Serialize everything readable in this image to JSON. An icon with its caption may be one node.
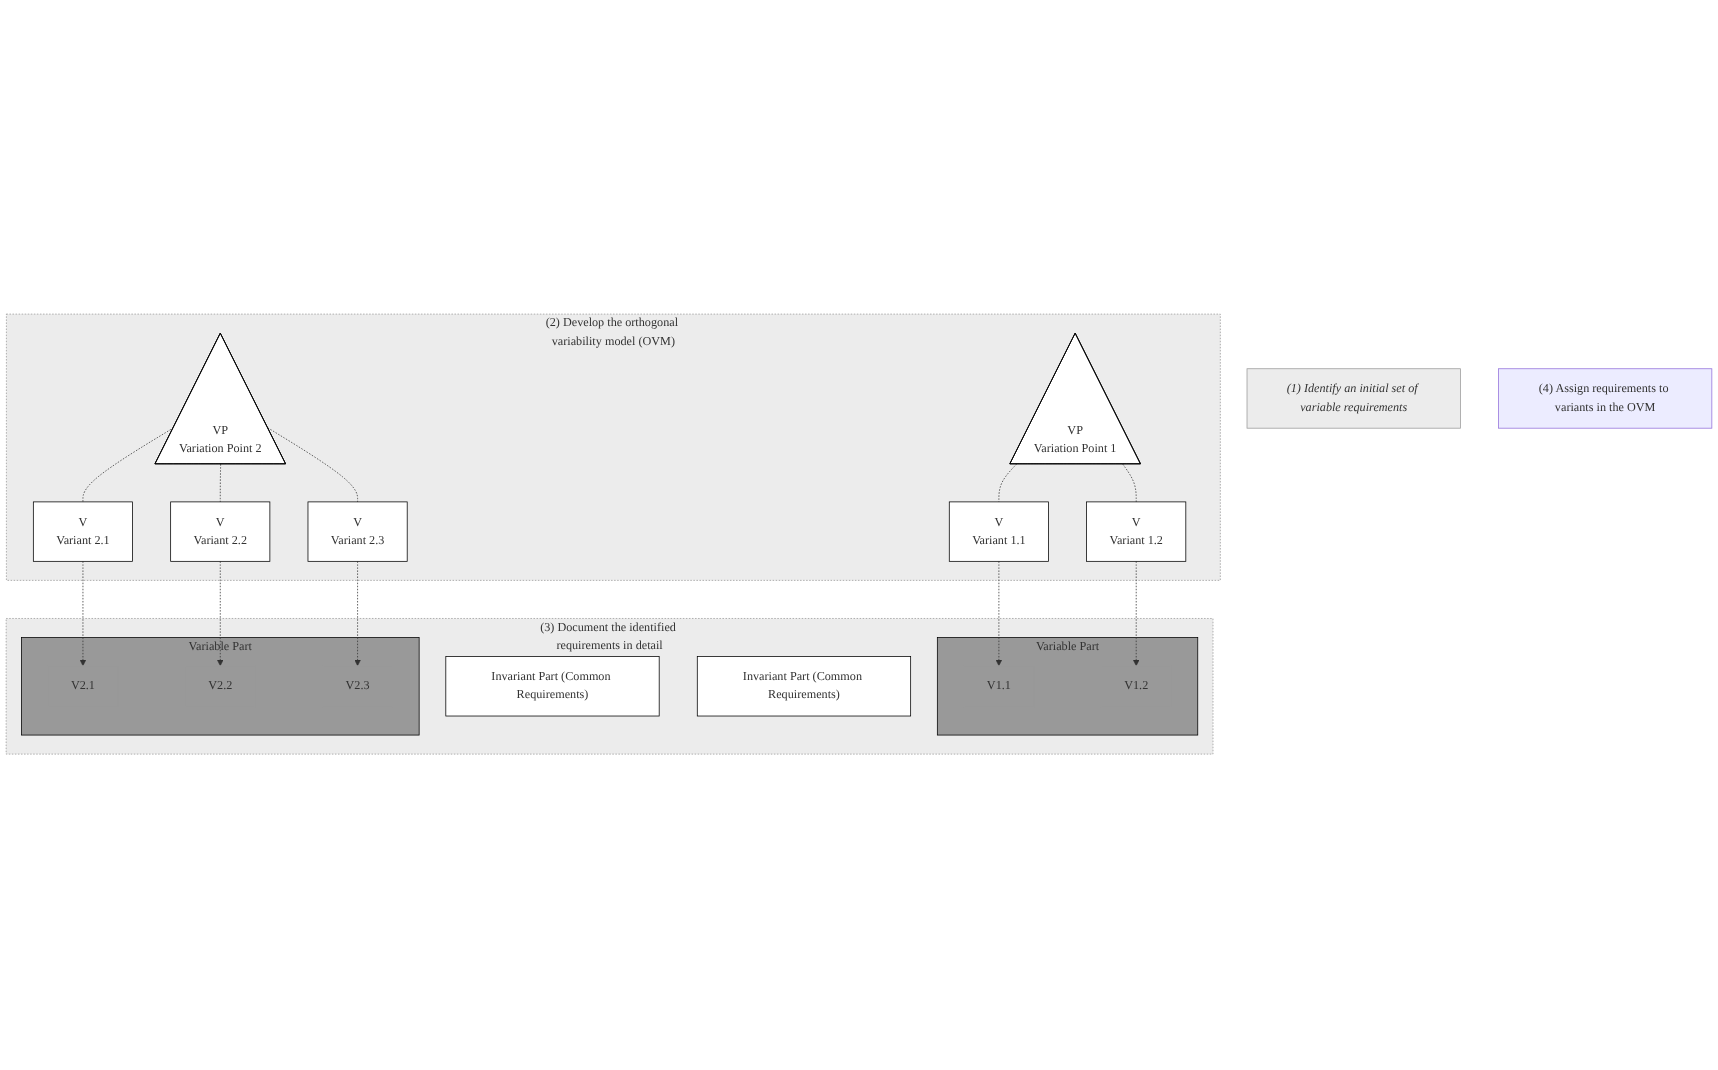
{
  "diagram": {
    "nodes": [
      {
        "text": [
          "(1) Identify an initial set of variable requirements"
        ]
      },
      {
        "text": [
          "(2) Develop the orthogonal variability model (OVM)"
        ]
      },
      {
        "text": [
          "VP",
          "Variation Point 1"
        ],
        "in": 1
      },
      {
        "text": [
          "V",
          "Variant 1.1"
        ],
        "in": 1
      },
      {
        "text": [
          "V",
          "Variant 1.2"
        ],
        "in": 1
      },
      {
        "text": [
          "VP",
          "Variation Point 2"
        ],
        "in": 1
      },
      {
        "text": [
          "V",
          "Variant 2.1"
        ],
        "in": 1
      },
      {
        "text": [
          "V",
          "Variant 2.2"
        ],
        "in": 1
      },
      {
        "text": [
          "V",
          "Variant 2.3"
        ],
        "in": 1
      },
      {
        "text": [
          "(4) Assign requirements to variants in the OVM"
        ]
      },
      {
        "text": [
          "(3) Document the identified requirements in detail"
        ]
      },
      {
        "text": [
          "Invariant Part (Common Requirements)"
        ],
        "in": 10
      },
      {
        "text": [
          "Variable Part"
        ],
        "in": 10
      },
      {
        "text": [
          "V1.1"
        ],
        "in": 12
      },
      {
        "text": [
          "V1.2"
        ],
        "in": 12
      },
      {
        "text": [
          "Invariant Part (Common Requirements)"
        ],
        "in": 10
      },
      {
        "text": [
          "Variable Part"
        ],
        "in": 10
      },
      {
        "text": [
          "V2.1"
        ],
        "in": 16
      },
      {
        "text": [
          "V2.2"
        ],
        "in": 16
      },
      {
        "text": [
          "V2.3"
        ],
        "in": 16
      }
    ],
    "edges": [
      {
        "from": 2,
        "to": 3,
        "arrow": "none",
        "style": "dashed"
      },
      {
        "from": 2,
        "to": 4,
        "arrow": "none",
        "style": "dashed"
      },
      {
        "from": 5,
        "to": 6,
        "arrow": "none",
        "style": "dashed"
      },
      {
        "from": 5,
        "to": 7,
        "arrow": "none",
        "style": "dashed"
      },
      {
        "from": 5,
        "to": 8,
        "arrow": "none",
        "style": "dashed"
      },
      {
        "from": 3,
        "to": 13,
        "arrow": "to",
        "style": "dashed"
      },
      {
        "from": 4,
        "to": 14,
        "arrow": "to",
        "style": "dashed"
      },
      {
        "from": 6,
        "to": 17,
        "arrow": "to",
        "style": "dashed"
      },
      {
        "from": 7,
        "to": 18,
        "arrow": "to",
        "style": "dashed"
      },
      {
        "from": 8,
        "to": 19,
        "arrow": "to",
        "style": "dashed"
      }
    ]
  }
}
